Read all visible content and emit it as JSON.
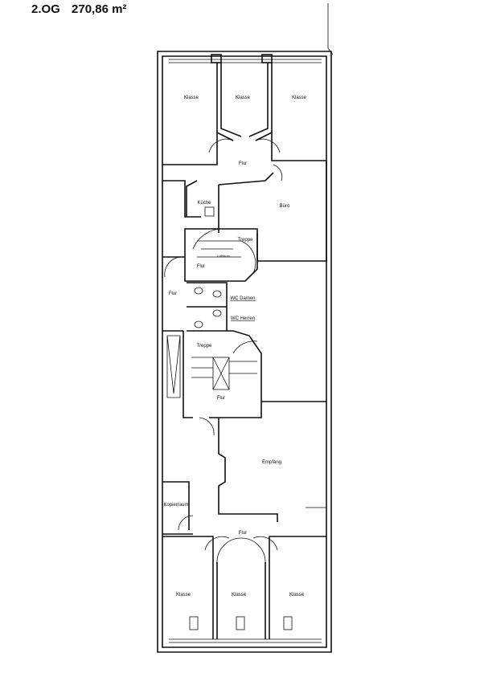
{
  "header": {
    "floor": "2.OG",
    "area": "270,86 m²"
  },
  "rooms": [
    {
      "name": "Klasse"
    },
    {
      "name": "Klasse"
    },
    {
      "name": "Klasse"
    },
    {
      "name": "Flur"
    },
    {
      "name": "Büro"
    },
    {
      "name": "Küche"
    },
    {
      "name": "Treppe"
    },
    {
      "name": "Luftraum"
    },
    {
      "name": "Flur"
    },
    {
      "name": "Flur"
    },
    {
      "name": "WC Damen"
    },
    {
      "name": "WC Herren"
    },
    {
      "name": "Treppe"
    },
    {
      "name": "Flur"
    },
    {
      "name": "Empfang"
    },
    {
      "name": "Kopierraum"
    },
    {
      "name": "Flur"
    },
    {
      "name": "Klasse"
    },
    {
      "name": "Klasse"
    },
    {
      "name": "Klasse"
    }
  ]
}
